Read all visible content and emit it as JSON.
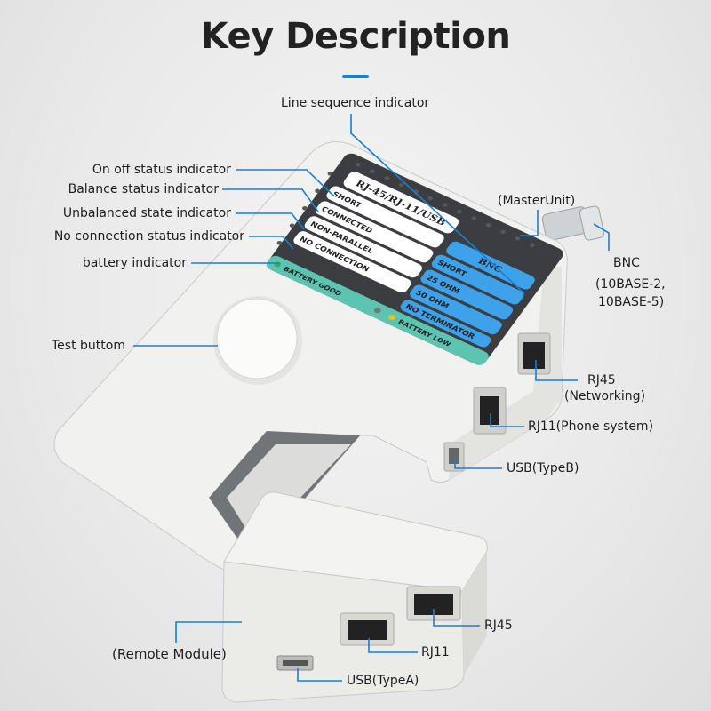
{
  "title": "Key Description",
  "colors": {
    "accent": "#1a7fd4",
    "panel": "#3b3d40",
    "bnc_blue": "#3da2ea",
    "battery_teal": "#5cc4b0"
  },
  "callouts": {
    "line_sequence": "Line sequence indicator",
    "on_off": "On off status indicator",
    "balance": "Balance status indicator",
    "unbalanced": "Unbalanced state indicator",
    "no_connection": "No connection status indicator",
    "battery": "battery indicator",
    "master_unit": "(MasterUnit)",
    "bnc": "BNC",
    "bnc_spec1": "(10BASE-2,",
    "bnc_spec2": "10BASE-5)",
    "rj45_master": "RJ45",
    "rj45_master_sub": "(Networking)",
    "rj11_master": "RJ11(Phone system)",
    "usb_b": "USB(TypeB)",
    "test_button": "Test buttom",
    "remote_module": "(Remote Module)",
    "rj45_remote": "RJ45",
    "rj11_remote": "RJ11",
    "usb_a": "USB(TypeA)"
  },
  "panel": {
    "header": "RJ-45/RJ-11/USB",
    "rows": [
      "SHORT",
      "CONNECTED",
      "NON-PARALLEL",
      "NO CONNECTION"
    ],
    "bnc_header": "BNC",
    "bnc_rows": [
      "SHORT",
      "25 OHM",
      "50 OHM",
      "NO TERMINATOR"
    ],
    "battery_good": "BATTERY GOOD",
    "battery_low": "BATTERY LOW"
  }
}
